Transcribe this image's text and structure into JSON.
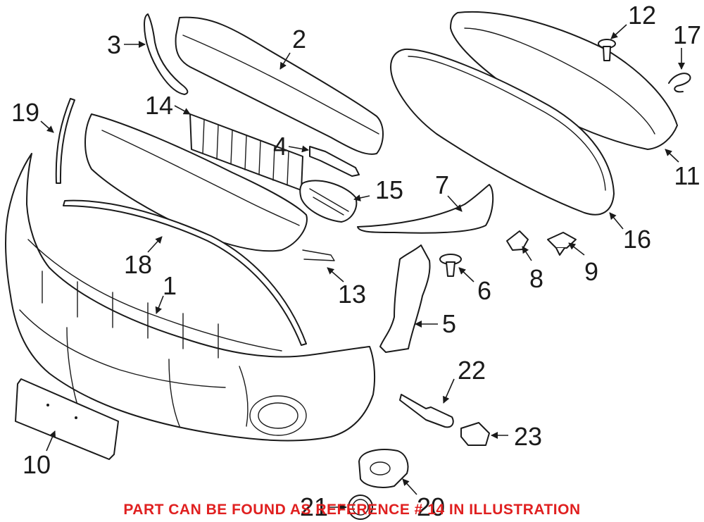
{
  "diagram": {
    "callouts": [
      "1",
      "2",
      "3",
      "4",
      "5",
      "6",
      "7",
      "8",
      "9",
      "10",
      "11",
      "12",
      "13",
      "14",
      "15",
      "16",
      "17",
      "18",
      "19",
      "20",
      "21",
      "22",
      "23"
    ],
    "notice": {
      "text": "PART CAN BE FOUND AS REFERENCE # 14 IN ILLUSTRATION",
      "color": "#e02020"
    },
    "line_color": "#1a1a1a"
  }
}
